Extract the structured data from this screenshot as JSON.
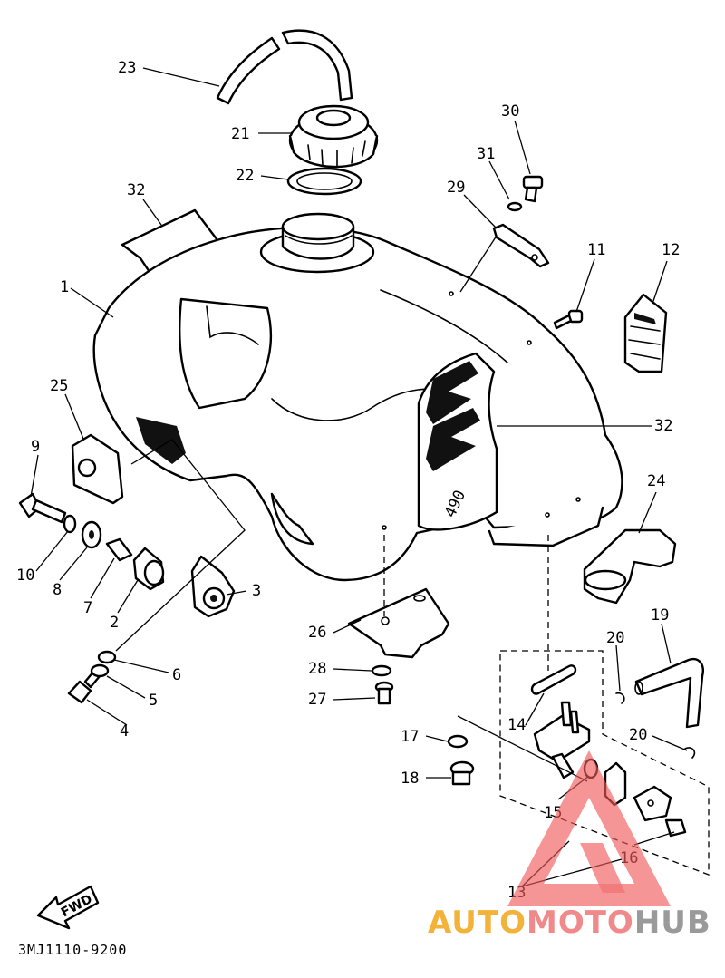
{
  "diagram": {
    "part_numbers": {
      "p1": "1",
      "p2": "2",
      "p3": "3",
      "p4": "4",
      "p5": "5",
      "p6": "6",
      "p7": "7",
      "p8": "8",
      "p9": "9",
      "p10": "10",
      "p11": "11",
      "p12": "12",
      "p13": "13",
      "p14": "14",
      "p15": "15",
      "p16": "16",
      "p17": "17",
      "p18": "18",
      "p19": "19",
      "p20a": "20",
      "p20b": "20",
      "p21": "21",
      "p22": "22",
      "p23": "23",
      "p24": "24",
      "p25": "25",
      "p26": "26",
      "p27": "27",
      "p28": "28",
      "p29": "29",
      "p30": "30",
      "p31": "31",
      "p32a": "32",
      "p32b": "32"
    },
    "decal_text": "490",
    "fwd_label": "FWD",
    "drawing_code": "3MJ1110-9200"
  },
  "watermark": {
    "auto": "AUTO",
    "moto": "MOTO",
    "hub": "HUB",
    "colors": {
      "auto": "#f3b23a",
      "moto": "#f0898a",
      "hub": "#9a9a9a",
      "logo": "#ef5a5a"
    }
  }
}
